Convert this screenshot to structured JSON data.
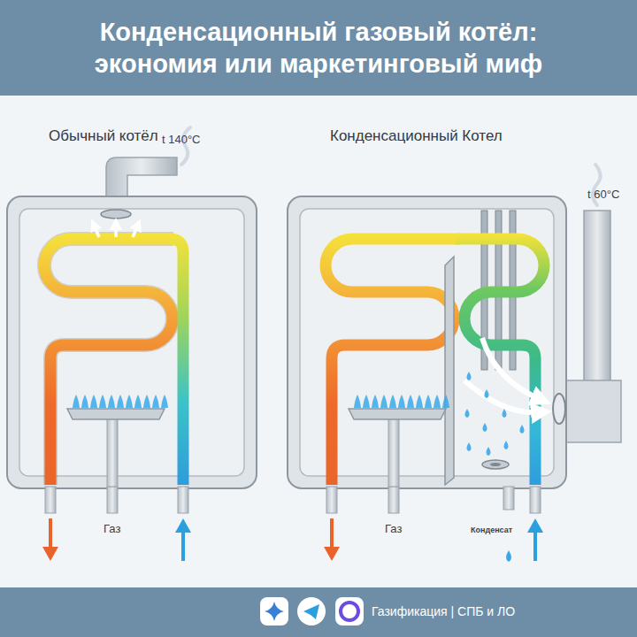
{
  "diagram": {
    "title": "Конденсационный газовый котёл: экономия или маркетинговый миф",
    "nodes": [
      {
        "text": [
          "Обычный котёл"
        ]
      },
      {
        "text": [
          "Конденсационный Котел"
        ]
      }
    ],
    "labels": [
      "t 140°C",
      "Газ",
      "t 60°C",
      "Газ",
      "Конденсат",
      "Газификация | СПБ и ЛО"
    ]
  }
}
